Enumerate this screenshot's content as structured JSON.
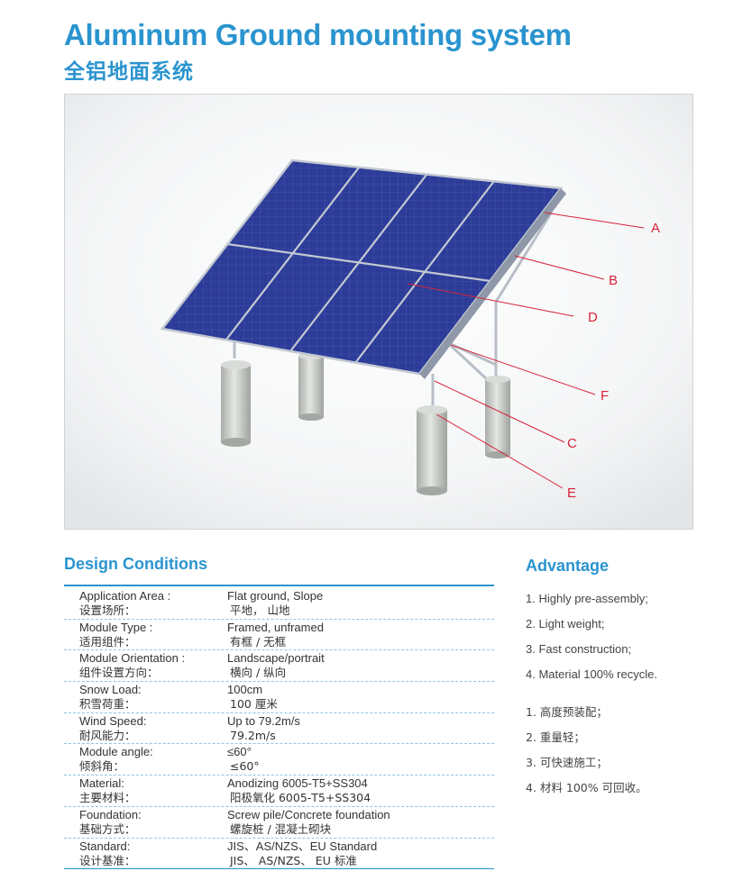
{
  "header": {
    "title_en": "Aluminum Ground mounting system",
    "title_cn": "全铝地面系统"
  },
  "figure": {
    "callouts": [
      "A",
      "B",
      "D",
      "F",
      "C",
      "E"
    ],
    "colors": {
      "panel": "#2d3d99",
      "frame": "#9aa5b8",
      "callout": "#d7223a",
      "pile": "#c9cdc8"
    }
  },
  "design_conditions": {
    "title": "Design Conditions",
    "rows": [
      {
        "label_en": "Application Area :",
        "label_cn": "设置场所：",
        "value_en": "Flat ground, Slope",
        "value_cn": "平地，  山地"
      },
      {
        "label_en": "Module Type :",
        "label_cn": "适用组件：",
        "value_en": "Framed, unframed",
        "value_cn": "有框 / 无框"
      },
      {
        "label_en": "Module Orientation :",
        "label_cn": "组件设置方向：",
        "value_en": "Landscape/portrait",
        "value_cn": "横向 / 纵向"
      },
      {
        "label_en": "Snow Load:",
        "label_cn": "积雪荷重：",
        "value_en": "100cm",
        "value_cn": "100 厘米"
      },
      {
        "label_en": "Wind Speed:",
        "label_cn": "耐风能力：",
        "value_en": "Up to 79.2m/s",
        "value_cn": "79.2m/s"
      },
      {
        "label_en": "Module angle:",
        "label_cn": "倾斜角：",
        "value_en": "≤60°",
        "value_cn": "≤60°"
      },
      {
        "label_en": "Material:",
        "label_cn": "主要材料：",
        "value_en": "Anodizing 6005-T5+SS304",
        "value_cn": "阳极氧化 6005-T5+SS304"
      },
      {
        "label_en": "Foundation:",
        "label_cn": "基础方式：",
        "value_en": "Screw pile/Concrete foundation",
        "value_cn": "螺旋桩 / 混凝土砌块"
      },
      {
        "label_en": "Standard:",
        "label_cn": "设计基准：",
        "value_en": "JIS、AS/NZS、EU Standard",
        "value_cn": "JIS、 AS/NZS、 EU 标准"
      }
    ]
  },
  "advantage": {
    "title": "Advantage",
    "items_en": [
      "1. Highly pre-assembly;",
      "2. Light weight;",
      "3. Fast construction;",
      "4. Material 100% recycle."
    ],
    "items_cn": [
      "1. 高度预装配；",
      "2. 重量轻；",
      "3. 可快速施工；",
      "4. 材料 100% 可回收。"
    ]
  }
}
